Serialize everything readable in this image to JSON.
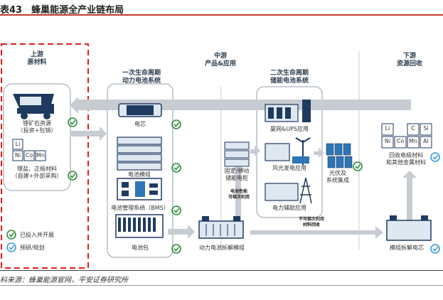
{
  "title": "表43　蜂巢能源全产业链布局",
  "source": "料来源：蜂巢能源官网，平安证券研究所",
  "columns": {
    "upstream": {
      "line1": "上游",
      "line2": "原材料"
    },
    "midstream": {
      "line1": "中游",
      "line2": "产品&应用"
    },
    "downstream": {
      "line1": "下游",
      "line2": "资源回收"
    },
    "first_life": {
      "line1": "一次生命周期",
      "line2": "动力电池系统"
    },
    "second_life": {
      "line1": "二次生命周期",
      "line2": "储能电池系统"
    }
  },
  "nodes": {
    "mine": {
      "line1": "锂矿石资源",
      "line2": "（投资+包销）"
    },
    "materials": {
      "line1": "锂盐、正极材料",
      "line2": "（自建+外部采购）"
    },
    "cell": "电芯",
    "module": "电池模组",
    "bms": "电池管理系统（BMS）",
    "pack": "电池包",
    "disassembly": "动力电池拆解模组",
    "storage_cabinet": {
      "line1": "固定/移动",
      "line2": "储能电柜"
    },
    "ups": "厦网&UPS应用",
    "wind": "风光发电应用",
    "power_aux": "电力辅助应用",
    "pv": {
      "line1": "光伏及",
      "line2": "系统集成"
    },
    "recycle": {
      "line1": "回收电极材料",
      "line2": "和其他金属材料"
    },
    "module_disassembly": "模组拆解电芯"
  },
  "elements_upstream": [
    "Li",
    "Ni",
    "Co",
    "Mn"
  ],
  "elements_downstream": [
    "Li",
    "C",
    "Si",
    "Ni",
    "Co",
    "Mn",
    "Al"
  ],
  "arrow_labels": {
    "reuse": {
      "line1": "电池性能",
      "line2": "可梯次利用"
    },
    "no_reuse": {
      "line1": "不可梯次利用",
      "line2": "材料回收"
    }
  },
  "legend": {
    "done": "已投入并开展",
    "planned": "预研/规划"
  },
  "colors": {
    "accent": "#c0392b",
    "navy": "#1f3a5f",
    "blue": "#2e75b6",
    "green": "#2e8b3d",
    "box_fill": "#dfe7f1",
    "panel_stroke": "#b7bec7",
    "arrow": "#c7ccd2"
  }
}
